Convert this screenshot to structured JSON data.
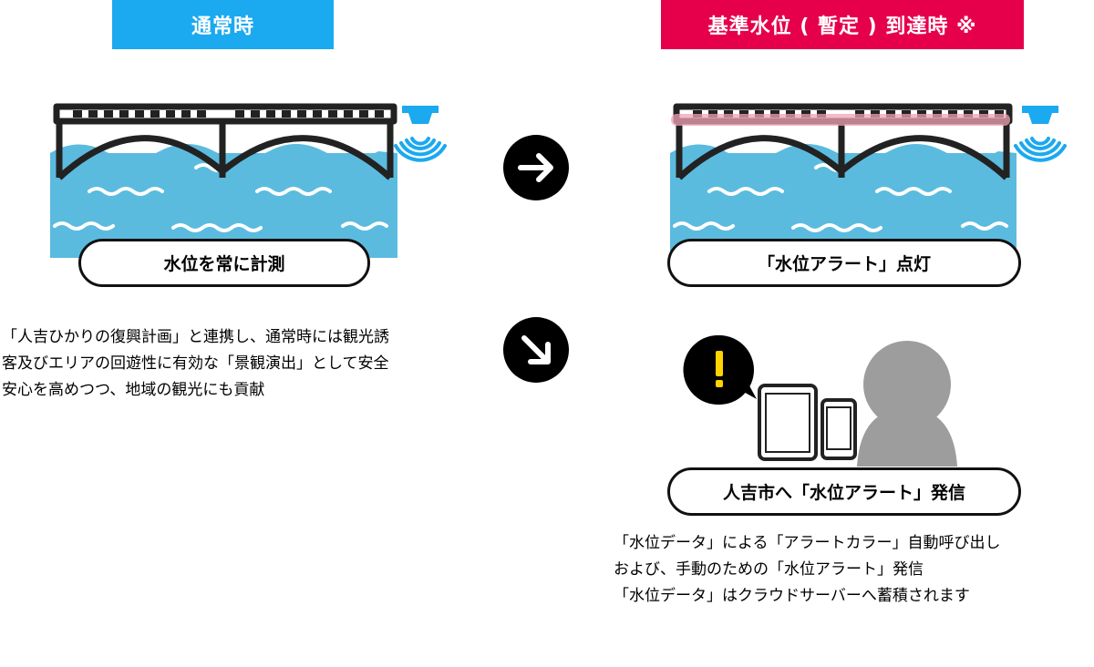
{
  "headers": {
    "normal": "通常時",
    "alert": "基準水位 ( 暫定 ) 到達時 ※"
  },
  "labels": {
    "measure": "水位を常に計測",
    "alert_lamp": "「水位アラート」点灯",
    "alert_send": "人吉市へ「水位アラート」発信"
  },
  "descriptions": {
    "left": [
      "「人吉ひかりの復興計画」と連携し、通常時には観光誘",
      "客及びエリアの回遊性に有効な「景観演出」として安全",
      "安心を高めつつ、地域の観光にも貢献"
    ],
    "right": [
      "「水位データ」による「アラートカラー」自動呼び出し",
      "および、手動のための「水位アラート」発信",
      "「水位データ」はクラウドサーバーへ蓄積されます"
    ]
  },
  "colors": {
    "normal_header": "#1ba9ef",
    "alert_header": "#e6004c",
    "water": "#5bbbdf",
    "sensor": "#1ba9ef",
    "alert_light": "#f2a3b5",
    "person": "#9d9d9d",
    "arrow_circle": "#000000"
  },
  "icons": [
    "bridge-icon",
    "sensor-icon",
    "arrow-right-icon",
    "arrow-down-right-icon",
    "exclamation-icon",
    "tablet-icon",
    "smartphone-icon",
    "person-icon"
  ]
}
